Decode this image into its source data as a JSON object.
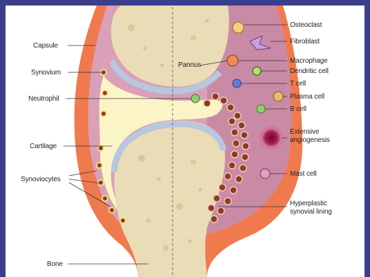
{
  "labels": {
    "capsule": "Capsule",
    "synovium": "Synovium",
    "neutrophil": "Neutrophil",
    "cartilage": "Cartilage",
    "synoviocytes": "Synoviocytes",
    "bone": "Bone",
    "pannus": "Pannus",
    "osteoclast": "Osteoclast",
    "fibroblast": "Fibroblast",
    "macrophage": "Macrophage",
    "dendritic_cell": "Dendritic cell",
    "t_cell": "T cell",
    "plasma_cell": "Plasma cell",
    "b_cell": "B cell",
    "angiogenesis_line1": "Extensive",
    "angiogenesis_line2": "angiogenesis",
    "mast_cell": "Mast cell",
    "hyperplastic_line1": "Hyperplastic",
    "hyperplastic_line2": "synovial lining"
  },
  "colors": {
    "frame": "#3a3f8c",
    "capsule": "#f07a4e",
    "synovial_cavity": "#a3446f",
    "synovial_tissue": "#d9a0b8",
    "bone": "#eadcb6",
    "cartilage": "#b7c7de",
    "fluid": "#fbf4c6",
    "cell_brown": "#8c3a2a"
  }
}
